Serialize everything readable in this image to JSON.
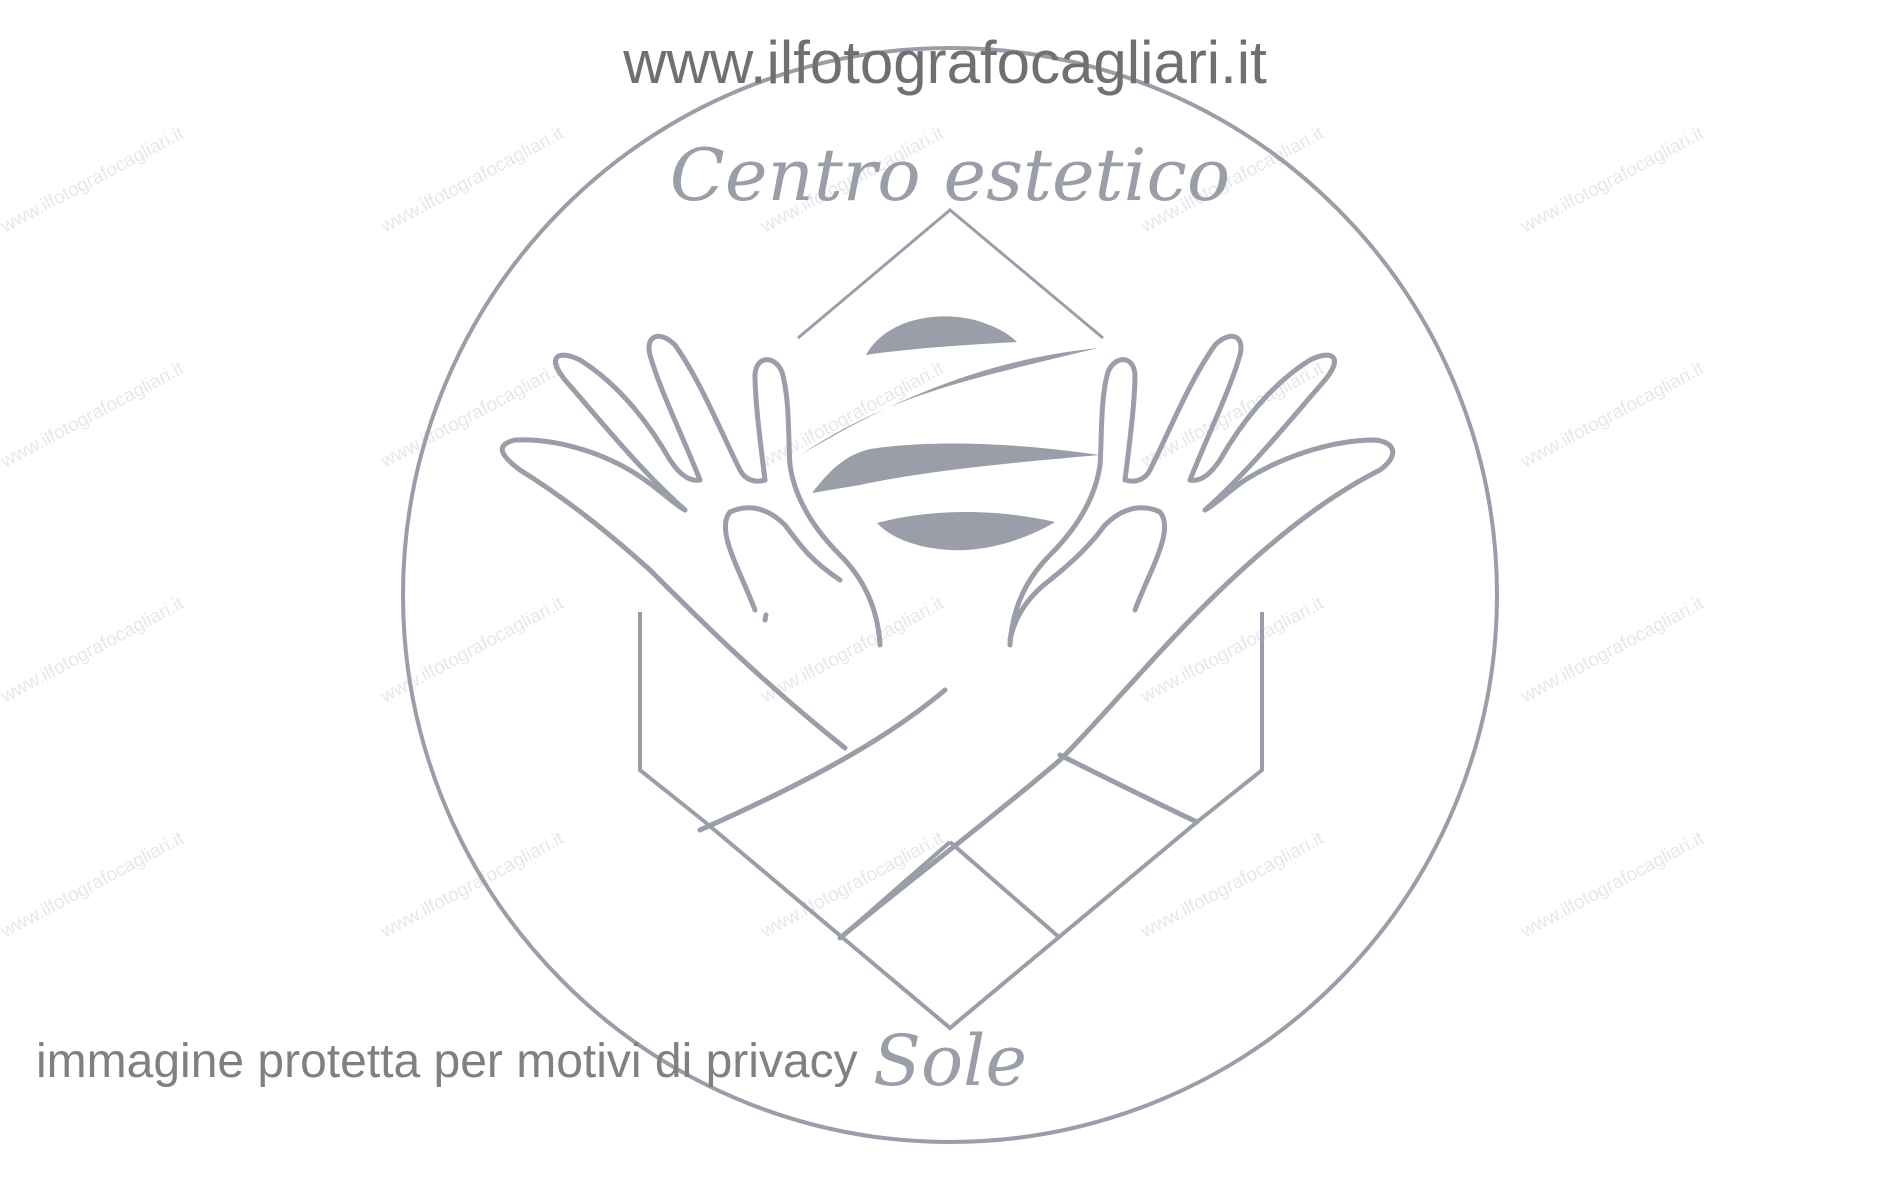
{
  "header": {
    "website": "www.ilfotografocagliari.it"
  },
  "logo": {
    "title": "Centro estetico",
    "name": "Sole",
    "color": "#9a9ea8"
  },
  "watermark": {
    "text": "www.ilfotografocagliari.it"
  },
  "footer": {
    "privacy_note": "immagine protetta per motivi di privacy"
  }
}
